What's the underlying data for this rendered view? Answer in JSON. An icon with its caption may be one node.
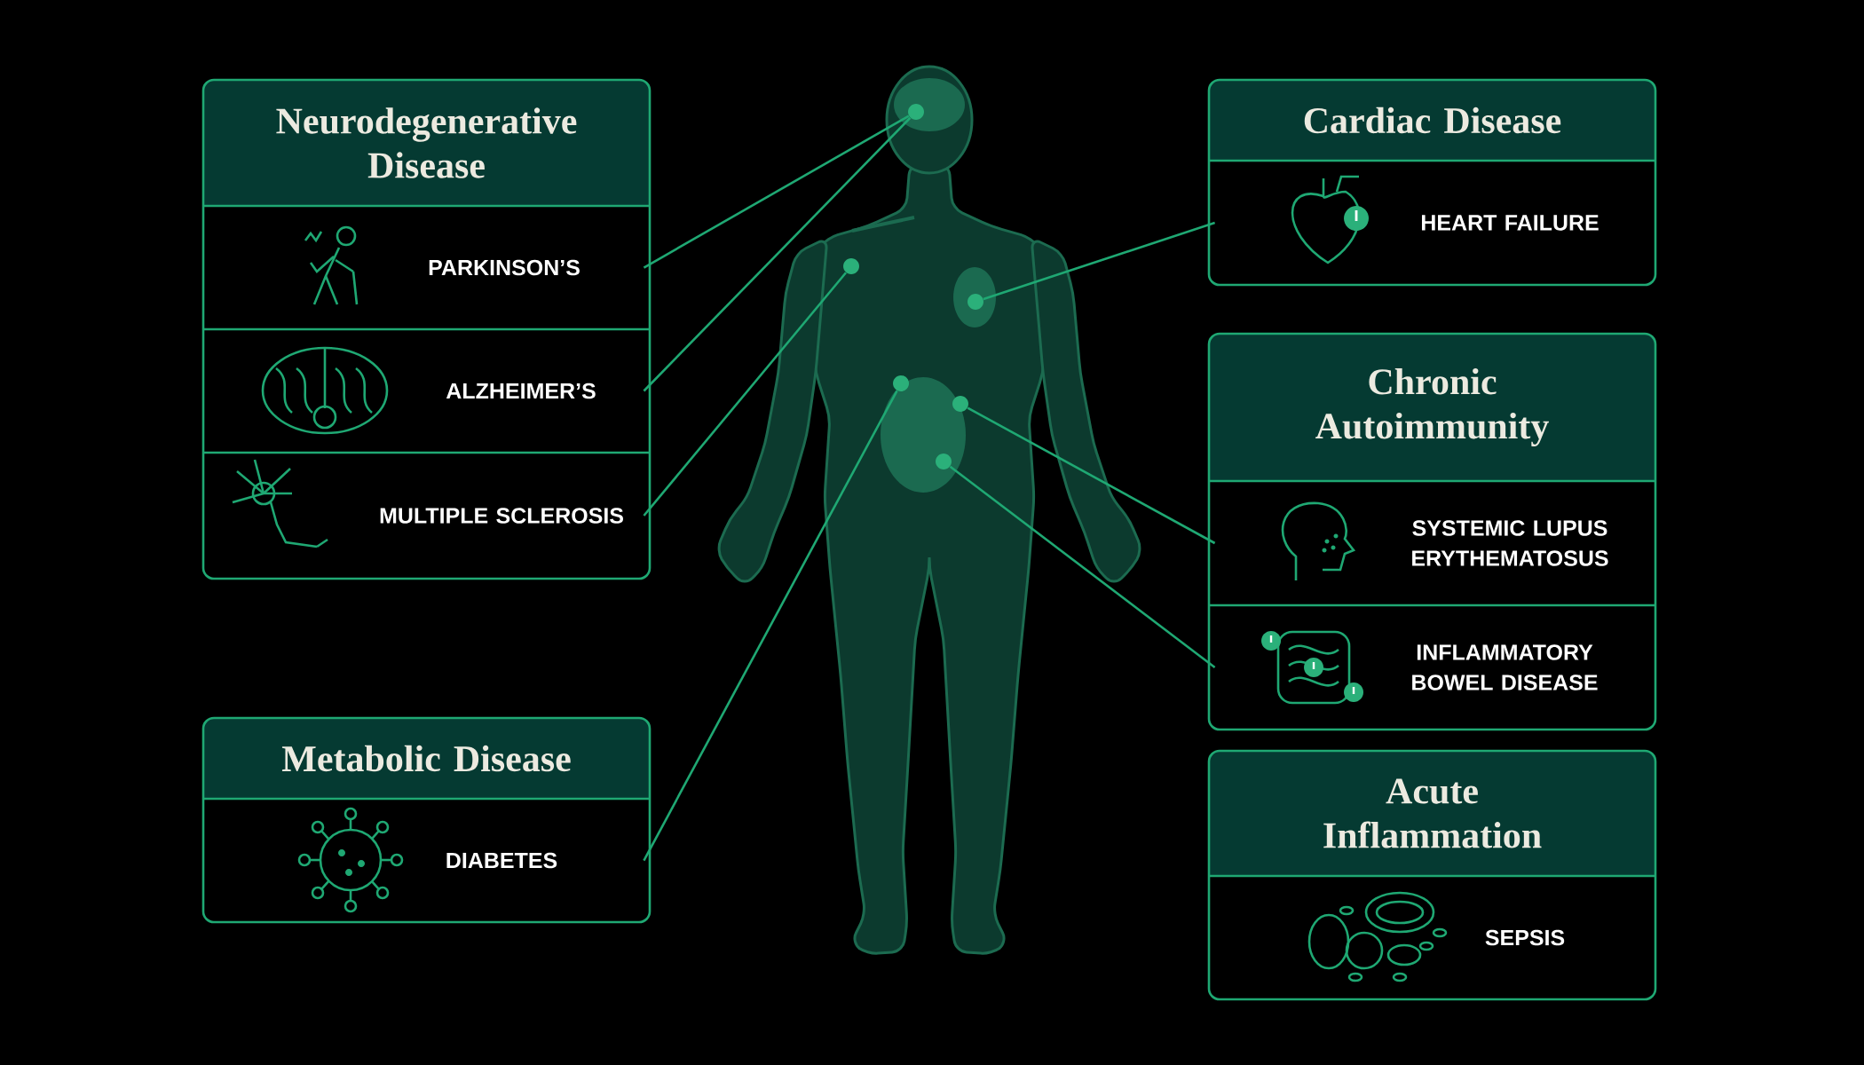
{
  "diagram": {
    "nodes": [
      {
        "text": [
          "Neurodegenerative Disease"
        ]
      },
      {
        "text": [
          "PARKINSON’S"
        ],
        "in": 0
      },
      {
        "text": [
          "ALZHEIMER’S"
        ],
        "in": 0
      },
      {
        "text": [
          "MULTIPLE SCLEROSIS"
        ],
        "in": 0
      },
      {
        "text": [
          "Metabolic Disease"
        ]
      },
      {
        "text": [
          "DIABETES"
        ],
        "in": 4
      },
      {
        "text": [
          "Cardiac Disease"
        ]
      },
      {
        "text": [
          "HEART FAILURE"
        ],
        "in": 6
      },
      {
        "text": [
          "Chronic Autoimmunity"
        ]
      },
      {
        "text": [
          "SYSTEMIC LUPUS ERYTHEMATOSUS"
        ],
        "in": 8
      },
      {
        "text": [
          "INFLAMMATORY BOWEL DISEASE"
        ],
        "in": 8
      },
      {
        "text": [
          "Acute Inflammation"
        ]
      },
      {
        "text": [
          "SEPSIS"
        ],
        "in": 11
      },
      {
        "text": [],
        "shape": "circle"
      },
      {
        "text": [],
        "shape": "circle"
      },
      {
        "text": [],
        "shape": "circle"
      },
      {
        "text": [],
        "shape": "circle"
      },
      {
        "text": [],
        "shape": "circle"
      },
      {
        "text": [],
        "shape": "circle"
      }
    ],
    "edges": [
      {
        "from": 1,
        "to": 13,
        "arrow": "none"
      },
      {
        "from": 2,
        "to": 13,
        "arrow": "none"
      },
      {
        "from": 3,
        "to": 14,
        "arrow": "none"
      },
      {
        "from": 5,
        "to": 16,
        "arrow": "none"
      },
      {
        "from": 7,
        "to": 15,
        "arrow": "none"
      },
      {
        "from": 9,
        "to": 17,
        "arrow": "none"
      },
      {
        "from": 10,
        "to": 18,
        "arrow": "none"
      }
    ]
  }
}
